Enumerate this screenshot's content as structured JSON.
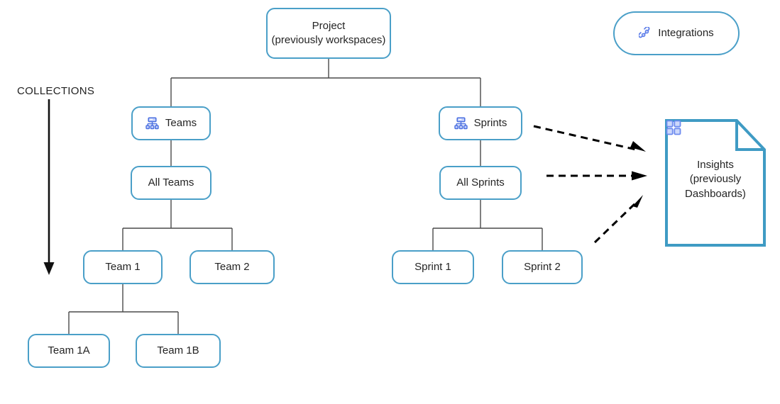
{
  "diagram": {
    "section_label": "COLLECTIONS",
    "nodes": {
      "project": {
        "label": "Project\n(previously workspaces)"
      },
      "integrations": {
        "label": "Integrations",
        "icon": "chain-link-icon"
      },
      "teams": {
        "label": "Teams",
        "icon": "org-chart-icon"
      },
      "sprints": {
        "label": "Sprints",
        "icon": "org-chart-icon"
      },
      "all_teams": {
        "label": "All Teams"
      },
      "all_sprints": {
        "label": "All Sprints"
      },
      "team_1": {
        "label": "Team 1"
      },
      "team_2": {
        "label": "Team 2"
      },
      "sprint_1": {
        "label": "Sprint 1"
      },
      "sprint_2": {
        "label": "Sprint 2"
      },
      "team_1a": {
        "label": "Team 1A"
      },
      "team_1b": {
        "label": "Team 1B"
      },
      "insights": {
        "label": "Insights\n(previously\nDashboards)",
        "icon": "grid-2x2-icon"
      }
    },
    "colors": {
      "node_border": "#4a9fc8",
      "connector": "#4a4a4a",
      "icon_blue": "#5b7ce8",
      "icon_blue_fill": "#c3cffa",
      "text": "#242424",
      "arrow_dashed": "#000000",
      "background": "#ffffff"
    }
  }
}
